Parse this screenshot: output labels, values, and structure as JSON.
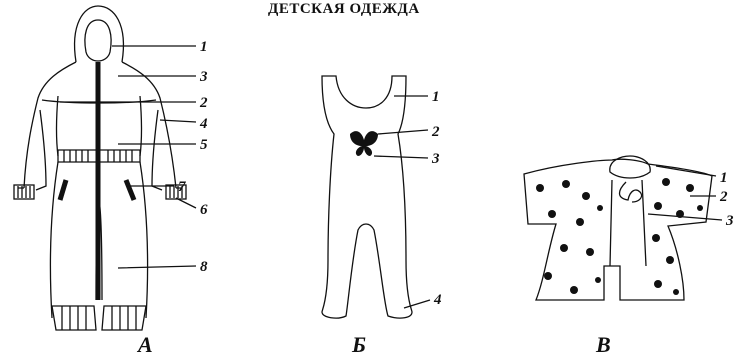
{
  "title": "ДЕТСКАЯ ОДЕЖДА",
  "figures": [
    {
      "caption": "А",
      "labels": [
        "1",
        "3",
        "2",
        "4",
        "5",
        "7",
        "6",
        "8"
      ]
    },
    {
      "caption": "Б",
      "labels": [
        "1",
        "2",
        "3",
        "4"
      ]
    },
    {
      "caption": "В",
      "labels": [
        "1",
        "2",
        "3"
      ]
    }
  ]
}
